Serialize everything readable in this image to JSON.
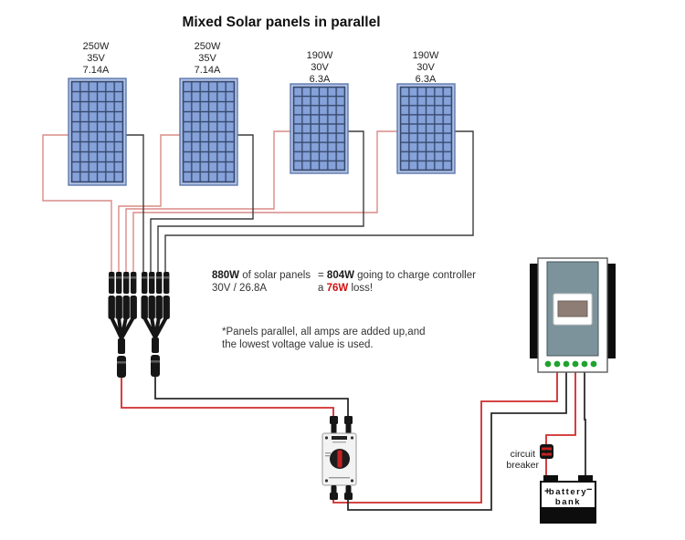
{
  "title": "Mixed Solar panels in parallel",
  "panels": [
    {
      "power": "250W",
      "voltage": "35V",
      "current": "7.14A"
    },
    {
      "power": "250W",
      "voltage": "35V",
      "current": "7.14A"
    },
    {
      "power": "190W",
      "voltage": "30V",
      "current": "6.3A"
    },
    {
      "power": "190W",
      "voltage": "30V",
      "current": "6.3A"
    }
  ],
  "summary": {
    "total_power": "880W",
    "total_rest": " of solar panels",
    "line2": "30V / 26.8A",
    "eq_prefix": "= ",
    "output_power": "804W",
    "output_rest": " going to charge controller",
    "loss_prefix": "a ",
    "loss_value": "76W",
    "loss_suffix": " loss!"
  },
  "note": {
    "line1": "*Panels parallel, all amps are added up,and",
    "line2": "the lowest voltage value is used."
  },
  "labels": {
    "circuit_breaker_line1": "circuit",
    "circuit_breaker_line2": "breaker",
    "battery_plus": "+",
    "battery_word": "battery",
    "battery_minus": "−",
    "battery_line2": "bank"
  },
  "colors": {
    "panel_cell": "#86a2da",
    "panel_frame": "#b0c2e6",
    "panel_grid": "#36496d",
    "wire_positive_panel": "#d98b87",
    "wire_positive_main": "#cf2b2b",
    "wire_negative": "#2b2b2b",
    "controller_face": "#7d939c",
    "controller_screen": "#8d7d75",
    "terminal_green": "#1fa32e",
    "loss_text": "#d01010"
  }
}
